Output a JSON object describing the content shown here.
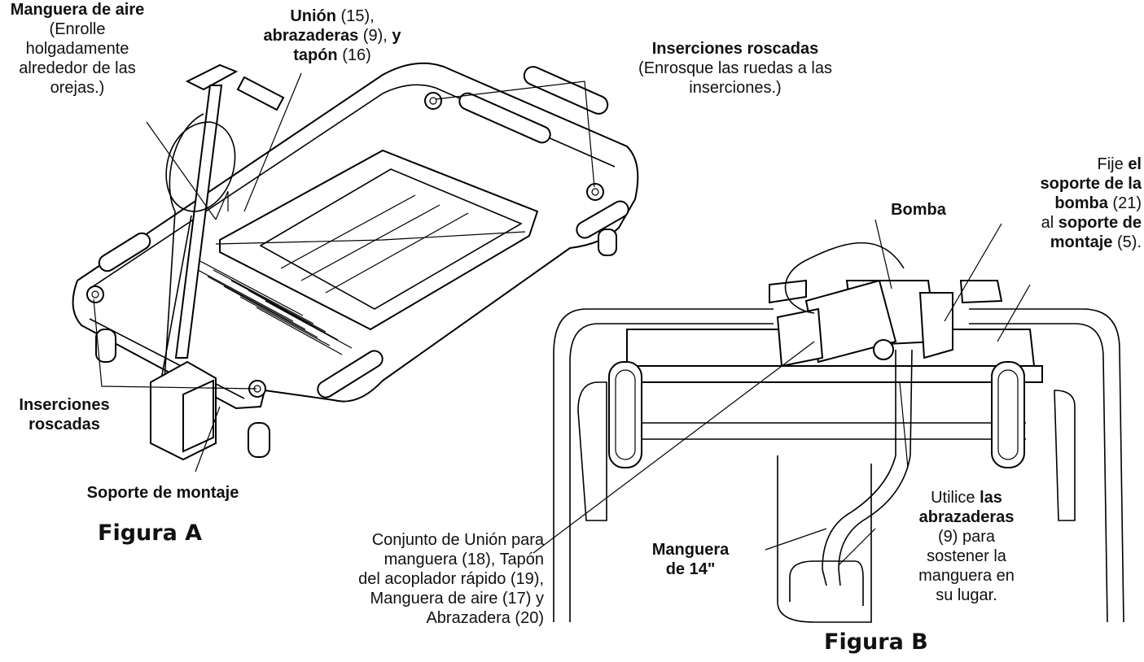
{
  "figure_a": {
    "caption": "Figura A",
    "air_hose": {
      "title": "Manguera de aire",
      "line1": "(Enrolle",
      "line2": "holgadamente",
      "line3": "alrededor de las",
      "line4": "orejas.)"
    },
    "union": {
      "a": "Unión",
      "a_num": " (15),",
      "b": "abrazaderas",
      "b_num": " (9), ",
      "c": "y",
      "d": "tapón",
      "d_num": " (16)"
    },
    "threaded_top": {
      "title": "Inserciones roscadas",
      "line1": "(Enrosque las ruedas a las",
      "line2": "inserciones.)"
    },
    "threaded_left": {
      "line1": "Inserciones",
      "line2": "roscadas"
    },
    "mount": "Soporte de montaje"
  },
  "figure_b": {
    "caption": "Figura B",
    "pump": "Bomba",
    "fix": {
      "l1": "Fije ",
      "l1b": "el",
      "l2": "soporte de la",
      "l3": "bomba",
      "l3n": " (21)",
      "l4": "al ",
      "l4b": "soporte de",
      "l5": "montaje",
      "l5n": " (5)."
    },
    "union_set": {
      "l1": "Conjunto de Unión para",
      "l2": "manguera (18), Tapón",
      "l3": "del acoplador rápido (19),",
      "l4": "Manguera de aire (17) y",
      "l5": "Abrazadera (20)"
    },
    "hose14": {
      "l1": "Manguera",
      "l2": "de 14\""
    },
    "clamps": {
      "l1": "Utilice ",
      "l1b": "las",
      "l2": "abrazaderas",
      "l3": "(9) para",
      "l4": "sostener la",
      "l5": "manguera en",
      "l6": "su lugar."
    }
  }
}
